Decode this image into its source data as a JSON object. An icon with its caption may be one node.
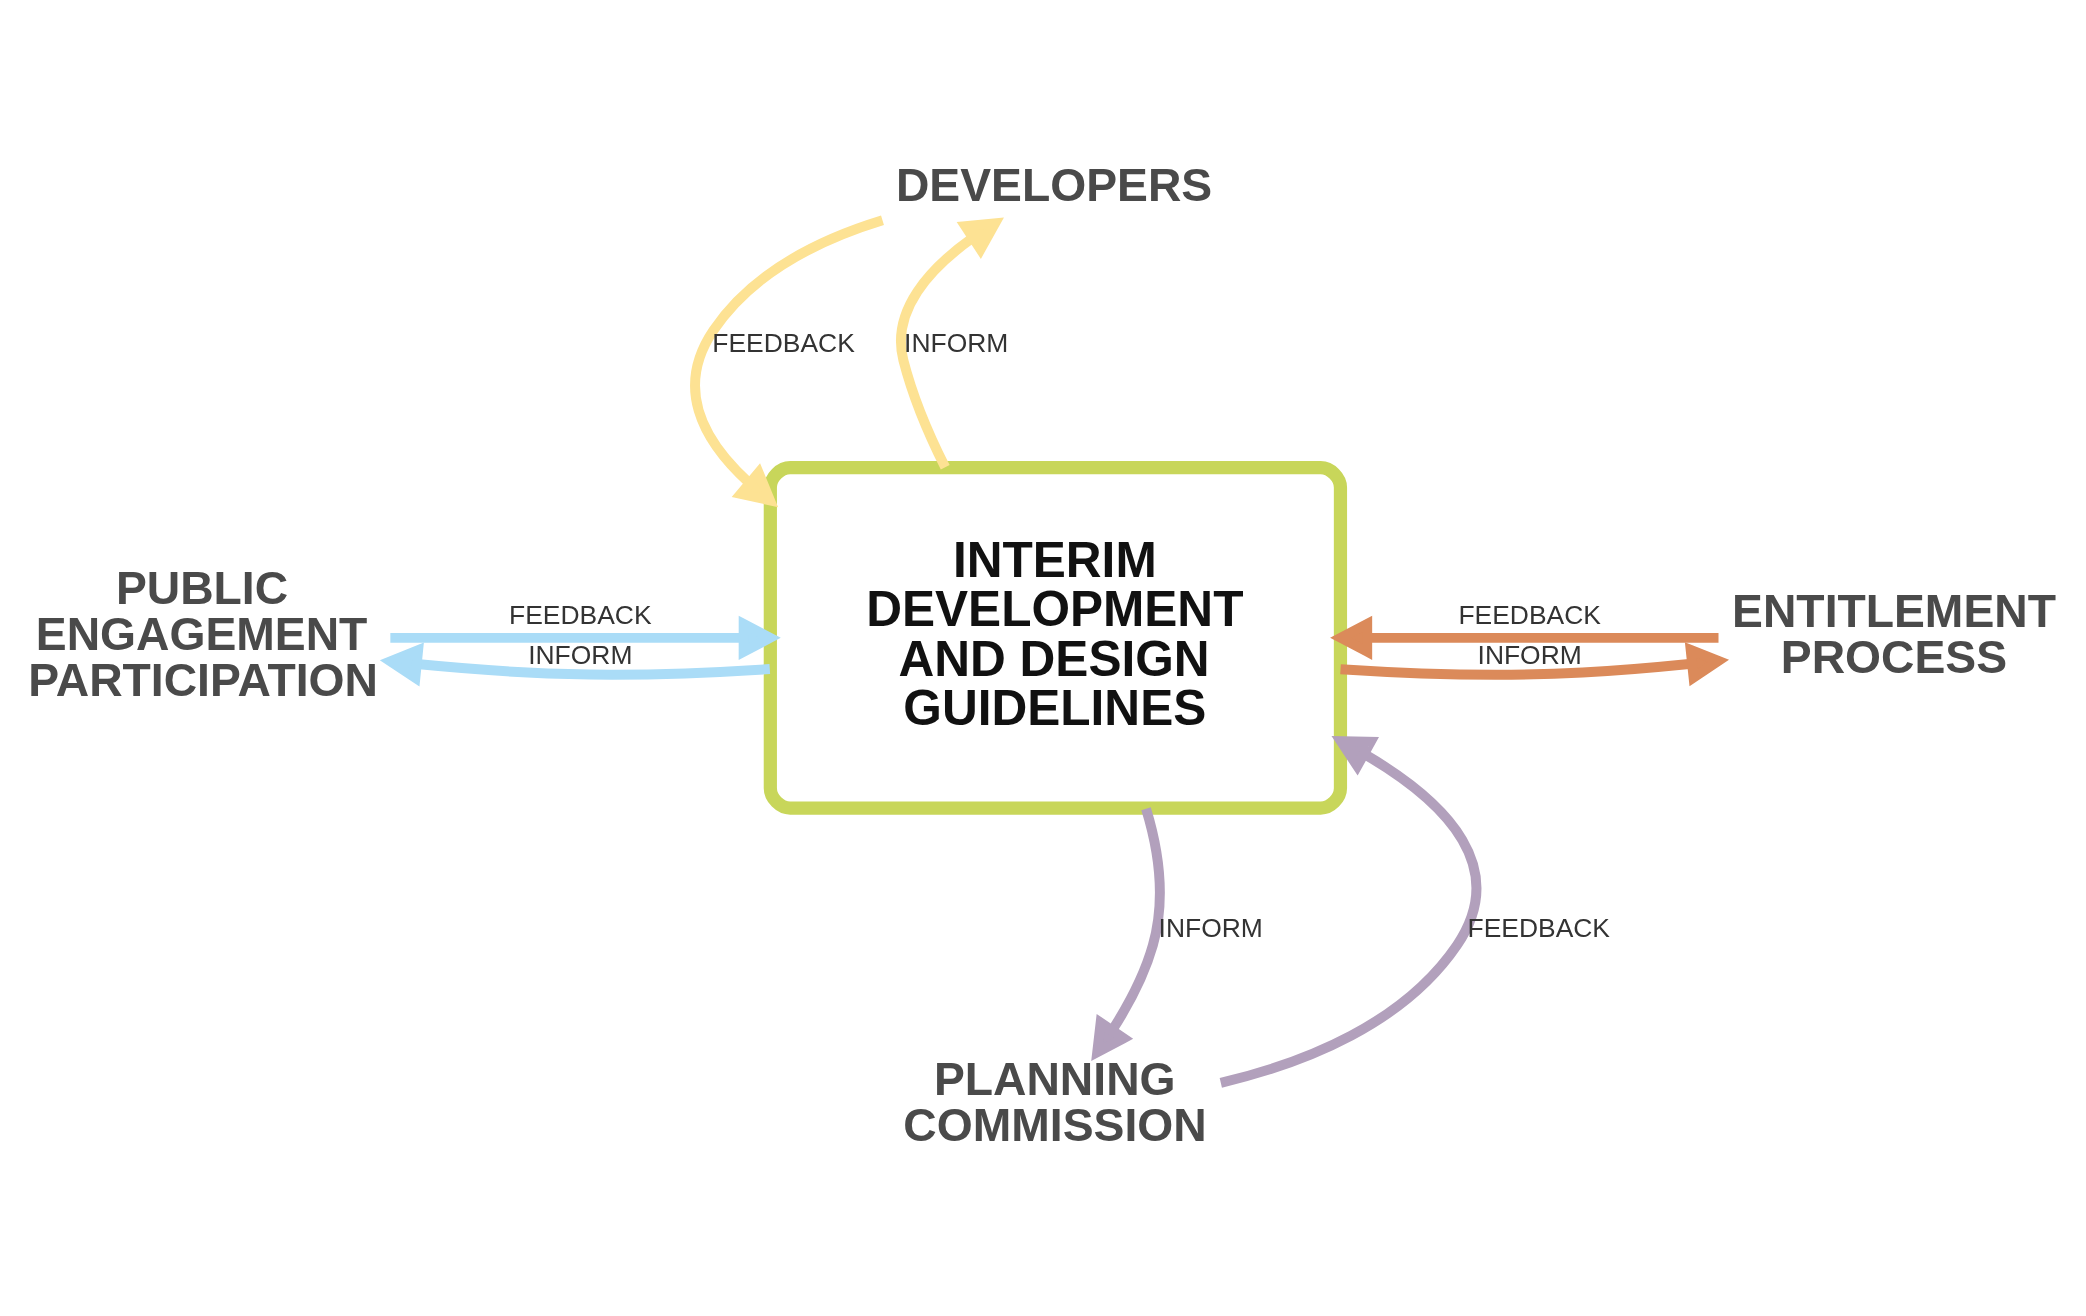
{
  "diagram": {
    "nodes": [
      {
        "text": [
          "INTERIM DEVELOPMENT AND DESIGN GUIDELINES"
        ]
      },
      {
        "text": [
          "DEVELOPERS"
        ]
      },
      {
        "text": [
          "PUBLIC ENGAGEMENT PARTICIPATION"
        ]
      },
      {
        "text": [
          "ENTITLEMENT PROCESS"
        ]
      },
      {
        "text": [
          "PLANNING COMMISSION"
        ]
      }
    ],
    "edges": [
      {
        "from": 0,
        "to": 1,
        "arrow": "to",
        "label": "INFORM",
        "color": "#fde293"
      },
      {
        "from": 1,
        "to": 0,
        "arrow": "to",
        "label": "FEEDBACK",
        "color": "#fde293"
      },
      {
        "from": 0,
        "to": 2,
        "arrow": "to",
        "label": "INFORM",
        "color": "#aadcf7"
      },
      {
        "from": 2,
        "to": 0,
        "arrow": "to",
        "label": "FEEDBACK",
        "color": "#aadcf7"
      },
      {
        "from": 3,
        "to": 0,
        "arrow": "to",
        "label": "FEEDBACK",
        "color": "#db8a5a"
      },
      {
        "from": 0,
        "to": 3,
        "arrow": "to",
        "label": "INFORM",
        "color": "#db8a5a"
      },
      {
        "from": 4,
        "to": 0,
        "arrow": "to",
        "label": "FEEDBACK",
        "color": "#b2a0bc"
      },
      {
        "from": 0,
        "to": 4,
        "arrow": "to",
        "label": "INFORM",
        "color": "#b2a0bc"
      }
    ]
  }
}
